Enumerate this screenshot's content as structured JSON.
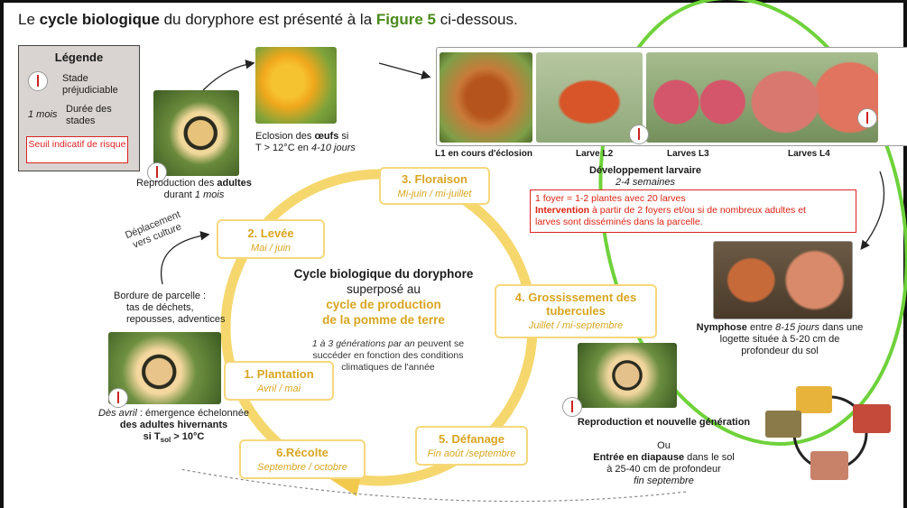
{
  "heading": {
    "t1": "Le ",
    "t2": "cycle biologique",
    "t3": " du doryphore est présenté à la ",
    "t4": "Figure 5",
    "t5": " ci-dessous."
  },
  "legend": {
    "title": "Légende",
    "stade": "Stade préjudiciable",
    "mois": "1 mois",
    "duree": "Durée des stades",
    "seuil": "Seuil indicatif de risque"
  },
  "adults": {
    "l1": "Reproduction des ",
    "l1b": "adultes",
    "l2": "durant ",
    "l2i": "1 mois"
  },
  "eggs": {
    "l1a": "Eclosion des ",
    "l1b": "œufs",
    "l1c": " si",
    "l2a": "T > 12°C en ",
    "l2b": "4-10 jours"
  },
  "larvae": {
    "l1": "L1 en cours d'éclosion",
    "l2": "Larve L2",
    "l3": "Larves L3",
    "l4": "Larves L4",
    "dev": "Développement larvaire",
    "dur": "2-4 semaines"
  },
  "risk": {
    "r1": "1 foyer = 1-2 plantes avec 20 larves",
    "r2b": "Intervention",
    "r2": " à partir de 2 foyers et/ou si de nombreux adultes et",
    "r3": "larves sont disséminés dans la parcelle."
  },
  "deplacement": "Déplacement vers culture",
  "bordure": {
    "l1": "Bordure de parcelle :",
    "l2": "tas de déchets,",
    "l3": "repousses, adventices"
  },
  "emergence": {
    "l1a": "Dès avril",
    "l1b": " : émergence échelonnée",
    "l2": "des adultes hivernants",
    "l3a": "si T",
    "l3sub": "sol",
    "l3b": " > 10°C"
  },
  "stages": [
    {
      "n": "1. Plantation",
      "d": "Avril / mai"
    },
    {
      "n": "2. Levée",
      "d": "Mai / juin"
    },
    {
      "n": "3. Floraison",
      "d": "Mi-juin / mi-juillet"
    },
    {
      "n": "4. Grossissement des tubercules",
      "d": "Juillet / mi-septembre"
    },
    {
      "n": "5. Défanage",
      "d": "Fin août /septembre"
    },
    {
      "n": "6.Récolte",
      "d": "Septembre / octobre"
    }
  ],
  "center": {
    "title": "Cycle biologique du doryphore",
    "l2": "superposé au",
    "l3": "cycle de production",
    "l4": "de la pomme de terre",
    "n1a": "1 à 3 générations par an",
    "n1b": " peuvent se",
    "n2": "succéder en fonction des conditions",
    "n3": "climatiques de l'année"
  },
  "nymph": {
    "l1a": "Nymphose",
    "l1b": " entre ",
    "l1c": "8-15 jours",
    "l1d": " dans une",
    "l2": "logette située à 5-20 cm de",
    "l3": "profondeur du sol"
  },
  "repro": {
    "l1": "Reproduction et nouvelle génération",
    "ou": "Ou",
    "l2a": "Entrée en diapause",
    "l2b": " dans le sol",
    "l3": "à 25-40 cm de profondeur",
    "l4": "fin septembre"
  },
  "colors": {
    "stage_border": "#f6d77c",
    "stage_text": "#d8a520",
    "ring": "#f5d76e",
    "annotation": "#6ed23a",
    "alert": "#d21"
  }
}
